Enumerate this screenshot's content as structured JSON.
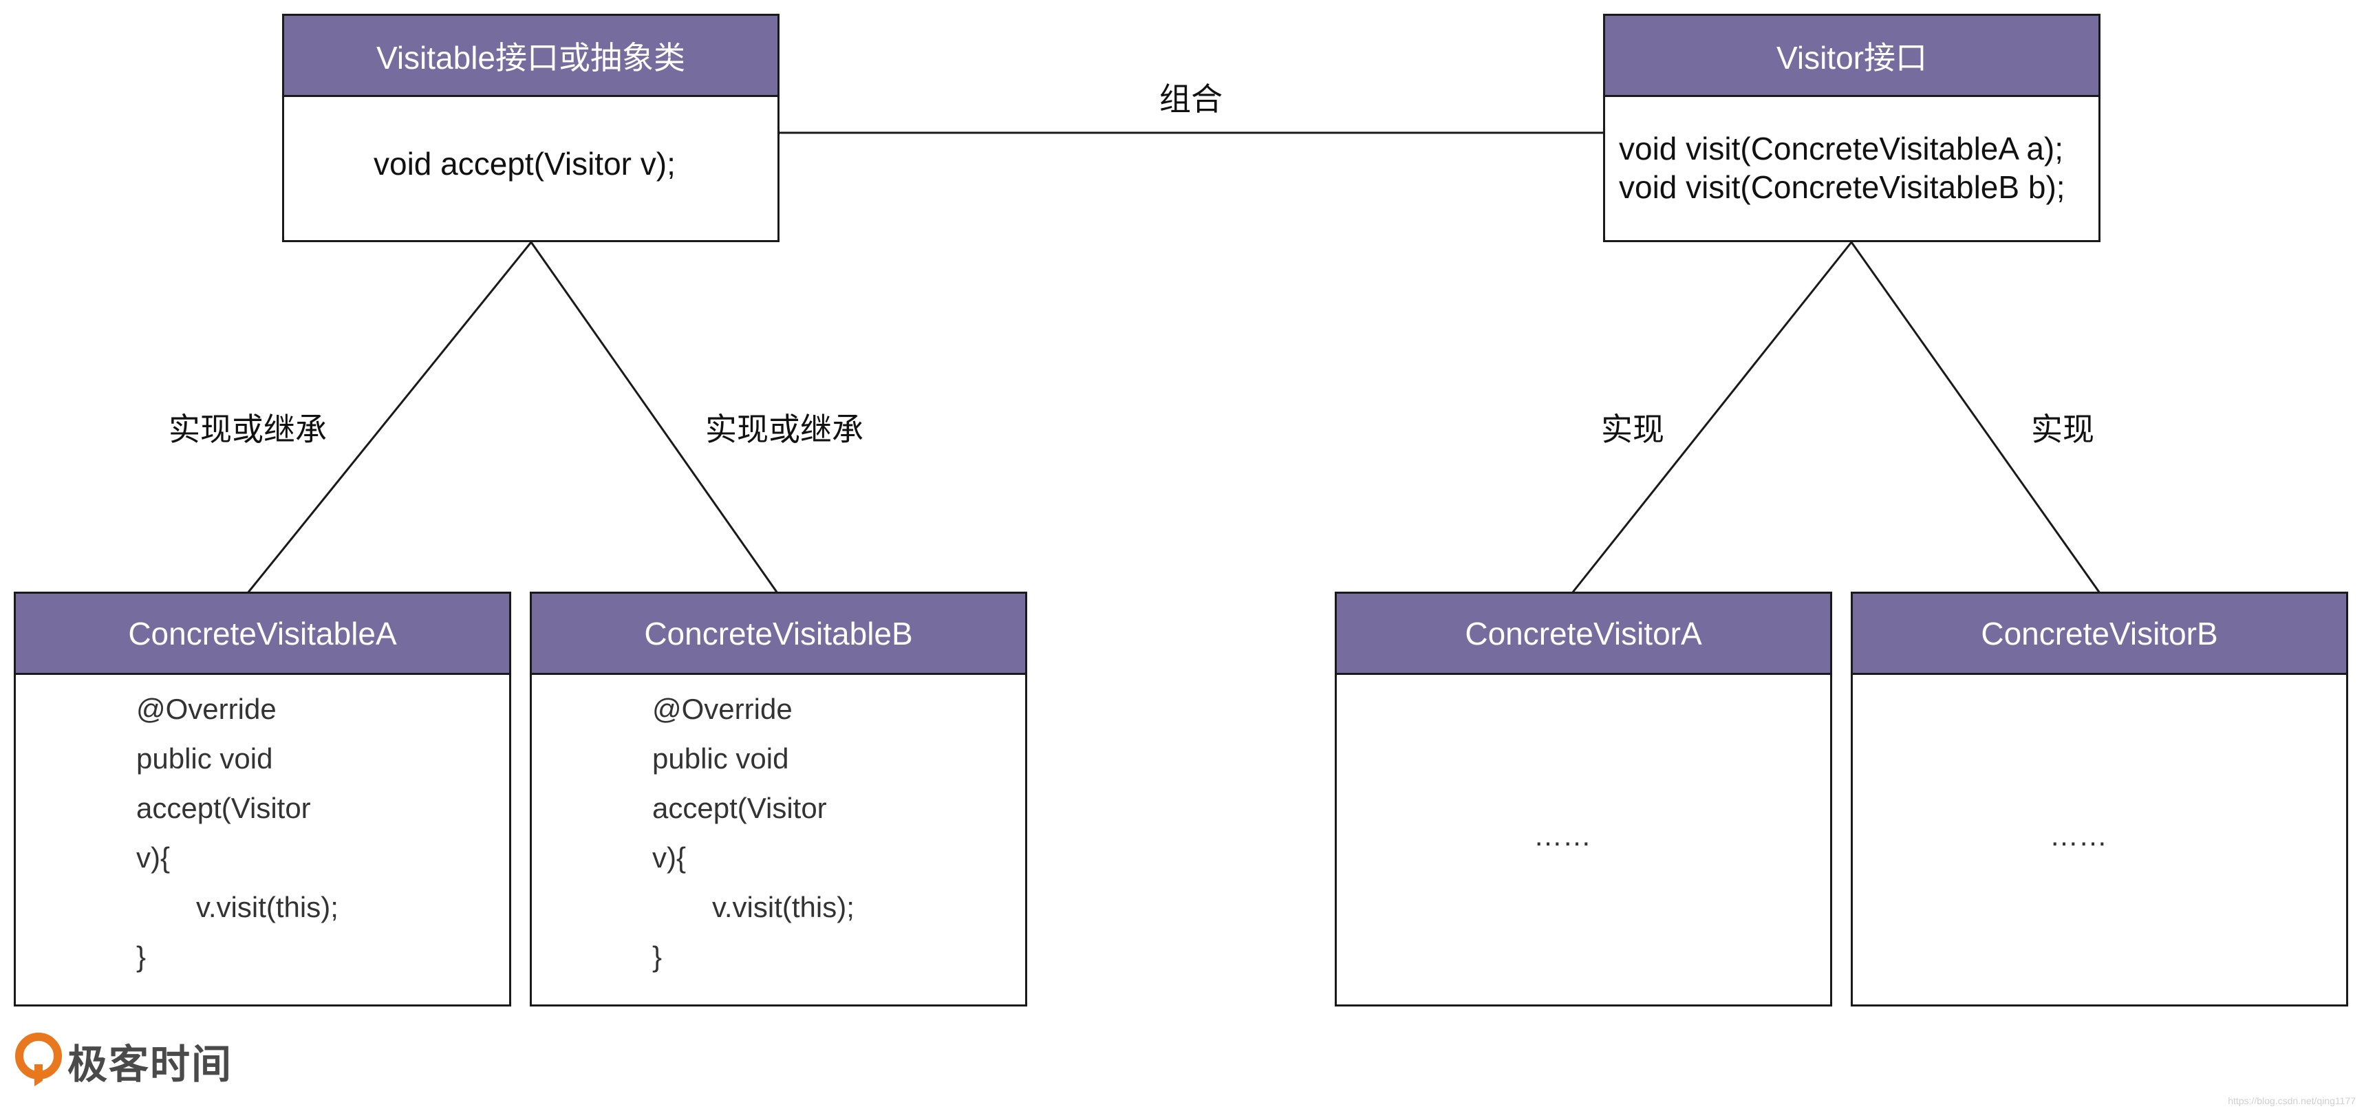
{
  "colors": {
    "header_fill": "#766c9e",
    "header_text": "#ffffff",
    "border": "#1a1a1a",
    "logo_orange": "#e8771e"
  },
  "visitable": {
    "title": "Visitable接口或抽象类",
    "method": "void accept(Visitor v);"
  },
  "visitor": {
    "title": "Visitor接口",
    "methods": [
      "void visit(ConcreteVisitableA a);",
      "void visit(ConcreteVisitableB b);"
    ]
  },
  "concrete_visitable_a": {
    "title": "ConcreteVisitableA",
    "code": [
      "@Override",
      "public void",
      "accept(Visitor",
      "v){",
      "v.visit(this);",
      "}"
    ]
  },
  "concrete_visitable_b": {
    "title": "ConcreteVisitableB",
    "code": [
      "@Override",
      "public void",
      "accept(Visitor",
      "v){",
      "v.visit(this);",
      "}"
    ]
  },
  "concrete_visitor_a": {
    "title": "ConcreteVisitorA",
    "body": "……"
  },
  "concrete_visitor_b": {
    "title": "ConcreteVisitorB",
    "body": "……"
  },
  "edges": {
    "composition_label": "组合",
    "visitable_a_label": "实现或继承",
    "visitable_b_label": "实现或继承",
    "visitor_a_label": "实现",
    "visitor_b_label": "实现"
  },
  "logo": {
    "icon": "geektime-logo-icon",
    "text": "极客时间"
  },
  "watermark": "https://blog.csdn.net/qing1177"
}
